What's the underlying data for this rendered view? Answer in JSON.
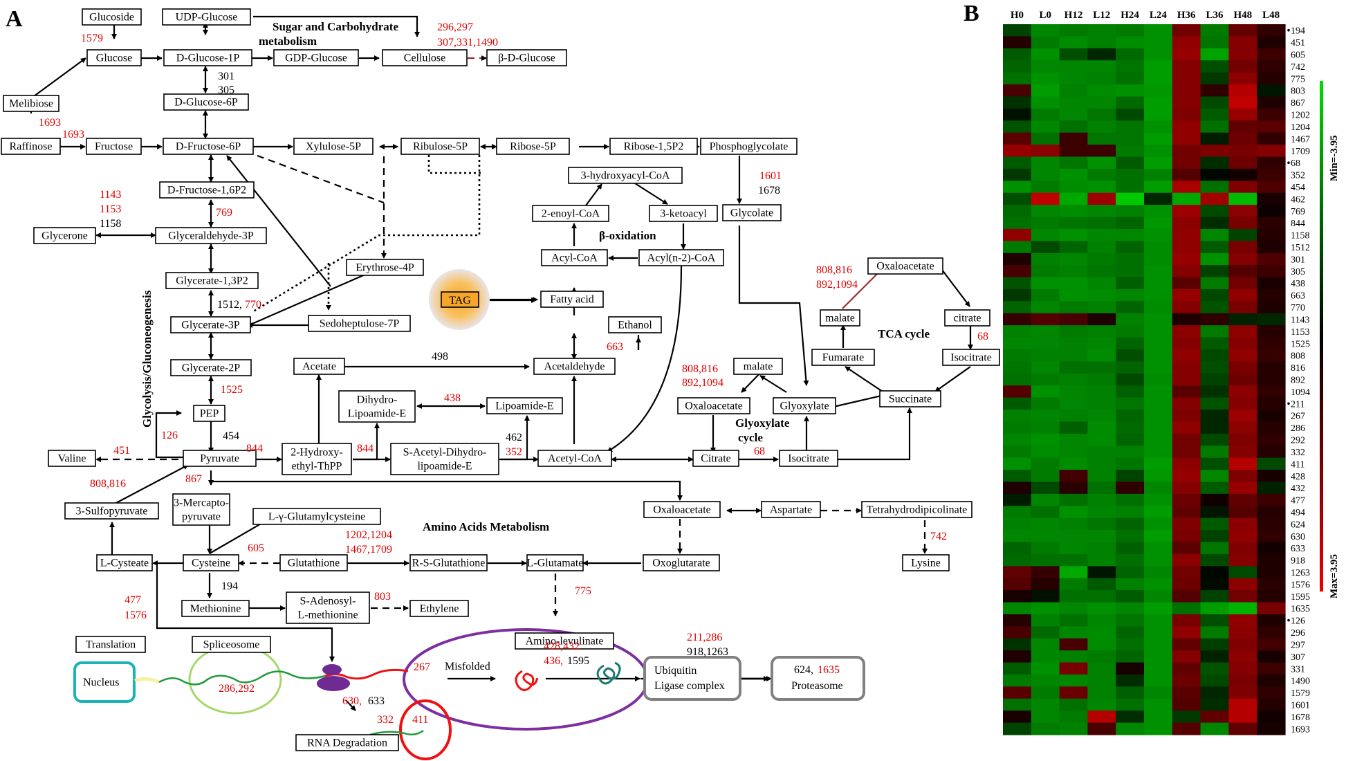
{
  "panels": {
    "a": "A",
    "b": "B"
  },
  "titles": {
    "sugar1": "Sugar and Carbohydrate",
    "sugar2": "metabolism",
    "glyco": "Glycolysis/Gluconeogenesis",
    "beta": "β-oxidation",
    "tca": "TCA cycle",
    "glyox1": "Glyoxylate",
    "glyox2": "cycle",
    "amino": "Amino Acids Metabolism"
  },
  "nodes": {
    "glucoside": "Glucoside",
    "udp": "UDP-Glucose",
    "glucose": "Glucose",
    "dg1p": "D-Glucose-1P",
    "gdp": "GDP-Glucose",
    "cellulose": "Cellulose",
    "bdg": "β-D-Glucose",
    "melibiose": "Melibiose",
    "dg6p": "D-Glucose-6P",
    "raffinose": "Raffinose",
    "fructose": "Fructose",
    "df6p": "D-Fructose-6P",
    "xyl5p": "Xylulose-5P",
    "rib5p": "Ribulose-5P",
    "ribose5p": "Ribose-5P",
    "ribose15": "Ribose-1,5P2",
    "phosphoglycolate": "Phosphoglycolate",
    "df16": "D-Fructose-1,6P2",
    "hydroxyacyl": "3-hydroxyacyl-CoA",
    "enoyl": "2-enoyl-CoA",
    "ketoacyl": "3-ketoacyl",
    "glycolate": "Glycolate",
    "glycerone": "Glycerone",
    "g3p": "Glyceraldehyde-3P",
    "acylcoa": "Acyl-CoA",
    "acyln2": "Acyl(n-2)-CoA",
    "oaa_tca": "Oxaloacetate",
    "ery4p": "Erythrose-4P",
    "g13p": "Glycerate-1,3P2",
    "tag": "TAG",
    "fattyacid": "Fatty acid",
    "malate_tca": "malate",
    "citrate_tca": "citrate",
    "gly3p": "Glycerate-3P",
    "sedo": "Sedoheptulose-7P",
    "ethanol": "Ethanol",
    "fumarate": "Fumarate",
    "isocit_tca": "Isocitrate",
    "acetate": "Acetate",
    "acetald": "Acetaldehyde",
    "malate_gx": "malate",
    "gly2p": "Glycerate-2P",
    "dihydro1": "Dihydro-",
    "dihydro2": "Lipoamide-E",
    "lipoamide": "Lipoamide-E",
    "oaa_gx": "Oxaloacetate",
    "glyoxylate": "Glyoxylate",
    "succinate": "Succinate",
    "pep": "PEP",
    "valine": "Valine",
    "pyruvate": "Pyruvate",
    "hydroxy1": "2-Hydroxy-",
    "hydroxy2": "ethyl-ThPP",
    "sacetyl1": "S-Acetyl-Dihydro-",
    "sacetyl2": "lipoamide-E",
    "acetylcoa": "Acetyl-CoA",
    "citrate_gx": "Citrate",
    "isocit_gx": "Isocitrate",
    "sulfo": "3-Sulfopyruvate",
    "merc1": "3-Mercapto-",
    "merc2": "pyruvate",
    "oaa_aa": "Oxaloacetate",
    "aspartate": "Aspartate",
    "tetra": "Tetrahydrodipicolinate",
    "lgamma": "L-γ-Glutamylcysteine",
    "lcysteate": "L-Cysteate",
    "cysteine": "Cysteine",
    "glutathione": "Glutathione",
    "rsg": "R-S-Glutathione",
    "lglut": "L-Glutamate",
    "oxoglut": "Oxoglutarate",
    "lysine": "Lysine",
    "methionine": "Methionine",
    "sadeno1": "S-Adenosyl-",
    "sadeno2": "L-methionine",
    "ethylene": "Ethylene",
    "aminolev": "Amino-levulinate",
    "translation": "Translation",
    "spliceosome": "Spliceosome",
    "nucleus": "Nucleus",
    "misfolded": "Misfolded",
    "ubiq1": "Ubiquitin",
    "ubiq2": "Ligase complex",
    "proteasome": "Proteasome",
    "rnadeg": "RNA Degradation"
  },
  "labels": {
    "l1579": "1579",
    "l296": "296,297",
    "l307": "307,331,1490",
    "l301": "301",
    "l305": "305",
    "l1693a": "1693",
    "l1693b": "1693",
    "l1143": "1143",
    "l1153": "1153",
    "l1158": "1158",
    "l769": "769",
    "l1601": "1601",
    "l1678": "1678",
    "l808a": "808,816",
    "l892a": "892,1094",
    "l68a": "68",
    "l1512": "1512,",
    "l770": "770",
    "l498": "498",
    "l663": "663",
    "l808b": "808,816",
    "l892b": "892,1094",
    "l1525": "1525",
    "l438": "438",
    "l462": "462",
    "l352": "352",
    "l454": "454",
    "l126": "126",
    "l451": "451",
    "l844a": "844",
    "l844b": "844",
    "l68b": "68",
    "l808c": "808,816",
    "l867": "867",
    "l605": "605",
    "l1202": "1202,1204",
    "l1467": "1467,1709",
    "l742": "742",
    "l194": "194",
    "l803": "803",
    "l775": "775",
    "l477": "477",
    "l1576": "1576",
    "l211": "211,286",
    "l918": "918,1263",
    "l428": "428,432",
    "l436a": "436,",
    "l1595": "1595",
    "l267": "267",
    "l286": "286,292",
    "l630a": "630,",
    "l633": "633",
    "l332": "332",
    "l411": "411",
    "l624": "624,",
    "l1635": "1635"
  },
  "heatmap": {
    "columns": [
      "H0",
      "L0",
      "H12",
      "L12",
      "H24",
      "L24",
      "H36",
      "L36",
      "H48",
      "L48"
    ],
    "rows": [
      "194",
      "451",
      "605",
      "742",
      "775",
      "803",
      "867",
      "1202",
      "1204",
      "1467",
      "1709",
      "68",
      "352",
      "454",
      "462",
      "769",
      "844",
      "1158",
      "1512",
      "301",
      "305",
      "438",
      "663",
      "770",
      "1143",
      "1153",
      "1525",
      "808",
      "816",
      "892",
      "1094",
      "211",
      "267",
      "286",
      "292",
      "332",
      "411",
      "428",
      "432",
      "477",
      "494",
      "624",
      "630",
      "633",
      "918",
      "1263",
      "1576",
      "1595",
      "1635",
      "126",
      "296",
      "297",
      "307",
      "331",
      "1490",
      "1579",
      "1601",
      "1678",
      "1693"
    ],
    "marked_rows": [
      "194",
      "68",
      "211",
      "126"
    ],
    "scale": {
      "min_label": "Min=-3.95",
      "max_label": "Max=3.95",
      "min": -3.95,
      "max": 3.95,
      "min_color": "#00dd00",
      "max_color": "#ee0000",
      "mid_color": "#000000"
    },
    "values": [
      [
        -1.2,
        -2.4,
        -2.2,
        -2.3,
        -2.2,
        -2.6,
        1.9,
        -2.2,
        1.7,
        0.8
      ],
      [
        0.6,
        -2.2,
        -2.5,
        -2.3,
        -2.5,
        -2.6,
        2.4,
        -2.1,
        2.2,
        0.5
      ],
      [
        -1.6,
        -2.6,
        -1.4,
        -0.7,
        -1.9,
        -2.6,
        2.5,
        -2.9,
        2.2,
        1.0
      ],
      [
        -1.8,
        -2.4,
        -2.4,
        -2.4,
        -2.1,
        -2.8,
        2.2,
        -1.4,
        1.9,
        0.8
      ],
      [
        -2.0,
        -2.6,
        -2.4,
        -2.3,
        -2.0,
        -2.8,
        2.2,
        -1.0,
        2.3,
        0.6
      ],
      [
        1.2,
        -2.8,
        -2.3,
        -2.5,
        -2.6,
        -2.7,
        2.2,
        0.8,
        3.0,
        -0.4
      ],
      [
        -0.9,
        -2.6,
        -2.4,
        -2.4,
        -1.9,
        -2.8,
        2.2,
        -1.3,
        3.2,
        0.5
      ],
      [
        -0.3,
        -2.2,
        -2.4,
        -2.1,
        -1.3,
        -2.8,
        2.1,
        -1.6,
        2.5,
        1.0
      ],
      [
        -1.5,
        -2.4,
        -2.0,
        -2.3,
        -2.1,
        -2.6,
        2.4,
        -2.0,
        1.6,
        1.5
      ],
      [
        1.5,
        -2.0,
        1.0,
        -2.1,
        -2.1,
        -2.8,
        2.4,
        -0.5,
        1.8,
        0.8
      ],
      [
        2.5,
        2.3,
        1.0,
        1.0,
        -2.2,
        -2.6,
        1.9,
        2.1,
        2.0,
        2.2
      ],
      [
        -1.6,
        -2.4,
        -2.1,
        -2.6,
        -1.6,
        -2.8,
        1.9,
        -0.8,
        1.8,
        0.8
      ],
      [
        -1.0,
        -2.4,
        -2.6,
        -2.2,
        -2.0,
        -2.3,
        1.4,
        -0.1,
        0.3,
        1.0
      ],
      [
        -2.6,
        -2.2,
        -2.5,
        -2.6,
        -2.0,
        -2.8,
        2.8,
        -2.0,
        2.1,
        1.3
      ],
      [
        -1.4,
        3.2,
        -3.0,
        2.6,
        -3.6,
        -0.7,
        -3.0,
        2.7,
        -3.3,
        0.4
      ],
      [
        -1.9,
        -2.4,
        -2.5,
        -2.4,
        -2.3,
        -2.6,
        2.6,
        -1.3,
        2.3,
        0.2
      ],
      [
        -2.0,
        -2.2,
        -2.1,
        -2.0,
        -1.8,
        -2.7,
        2.3,
        -0.8,
        2.0,
        0.7
      ],
      [
        2.4,
        -2.4,
        -2.6,
        -2.4,
        -2.4,
        -2.6,
        2.4,
        -2.4,
        -1.2,
        0.6
      ],
      [
        -2.2,
        -1.3,
        -1.8,
        -2.3,
        -1.8,
        -2.5,
        2.4,
        -1.6,
        2.0,
        0.5
      ],
      [
        0.5,
        -2.3,
        -2.4,
        -2.2,
        -2.0,
        -2.5,
        2.5,
        -2.6,
        2.2,
        1.3
      ],
      [
        1.2,
        -2.2,
        -2.3,
        -2.1,
        -2.0,
        -2.6,
        2.2,
        -1.2,
        1.4,
        1.0
      ],
      [
        -1.5,
        -2.6,
        -2.6,
        -2.4,
        -1.7,
        -2.6,
        1.5,
        -2.2,
        1.9,
        0.4
      ],
      [
        -1.0,
        -2.2,
        -2.6,
        -2.5,
        -2.4,
        -2.6,
        2.5,
        -1.3,
        2.4,
        0.6
      ],
      [
        -1.8,
        -2.4,
        -2.2,
        -2.3,
        -1.8,
        -2.5,
        2.2,
        -1.5,
        2.0,
        0.5
      ],
      [
        0.9,
        1.4,
        1.2,
        0.5,
        -2.3,
        -2.6,
        0.5,
        0.8,
        -0.6,
        -0.7
      ],
      [
        -2.3,
        -2.4,
        -2.2,
        -2.3,
        -2.2,
        -2.6,
        2.3,
        -2.2,
        2.3,
        0.6
      ],
      [
        -2.4,
        -2.4,
        -2.3,
        -2.4,
        -1.8,
        -2.6,
        2.2,
        -1.6,
        2.2,
        0.8
      ],
      [
        -2.2,
        -2.3,
        -2.3,
        -2.5,
        -1.4,
        -2.6,
        2.4,
        -1.3,
        2.4,
        0.9
      ],
      [
        -2.1,
        -2.4,
        -2.0,
        -2.0,
        -1.8,
        -2.6,
        2.2,
        -1.4,
        2.0,
        0.6
      ],
      [
        -2.0,
        -2.2,
        -2.3,
        -2.2,
        -1.3,
        -2.5,
        2.2,
        -1.2,
        1.8,
        0.6
      ],
      [
        1.4,
        -2.6,
        -2.4,
        -2.3,
        -1.7,
        -2.6,
        1.5,
        -0.9,
        2.3,
        0.8
      ],
      [
        -1.6,
        -2.2,
        -2.4,
        -2.3,
        -2.1,
        -2.6,
        2.2,
        -1.5,
        2.2,
        0.6
      ],
      [
        -2.3,
        -2.4,
        -2.3,
        -2.4,
        -1.8,
        -2.6,
        2.1,
        -0.7,
        2.6,
        0.4
      ],
      [
        -2.2,
        -2.3,
        -1.7,
        -2.5,
        -1.9,
        -2.6,
        2.4,
        -0.7,
        2.3,
        0.6
      ],
      [
        -2.4,
        -2.6,
        -2.4,
        -2.5,
        -1.8,
        -2.6,
        1.9,
        -1.3,
        2.1,
        0.8
      ],
      [
        -2.2,
        -2.5,
        -2.4,
        -2.3,
        -2.3,
        -2.6,
        1.9,
        -2.2,
        2.2,
        0.6
      ],
      [
        -2.6,
        -2.2,
        -2.5,
        -2.3,
        -2.1,
        -2.8,
        2.3,
        -1.4,
        3.0,
        -1.3
      ],
      [
        -1.6,
        -2.2,
        1.1,
        -2.3,
        -1.2,
        -2.7,
        2.5,
        -2.4,
        2.1,
        0.4
      ],
      [
        0.5,
        -1.3,
        0.7,
        -2.0,
        0.8,
        -2.4,
        2.2,
        -1.6,
        2.5,
        -0.6
      ],
      [
        -0.5,
        -2.4,
        -2.0,
        -2.3,
        -2.0,
        -2.6,
        1.8,
        0.3,
        1.6,
        1.0
      ],
      [
        -2.2,
        -2.0,
        -2.6,
        -2.4,
        -2.3,
        -2.8,
        1.6,
        -0.4,
        1.4,
        0.6
      ],
      [
        -2.3,
        -2.4,
        -2.3,
        -2.1,
        -1.8,
        -2.6,
        2.1,
        -1.6,
        2.3,
        0.7
      ],
      [
        -2.4,
        -2.4,
        -2.4,
        -2.4,
        -2.0,
        -2.8,
        2.0,
        -1.2,
        2.4,
        0.8
      ],
      [
        -1.8,
        -2.2,
        -2.4,
        -2.3,
        -1.7,
        -2.6,
        1.5,
        -2.1,
        2.1,
        0.3
      ],
      [
        -1.9,
        -2.0,
        -2.0,
        -2.3,
        -2.0,
        -2.6,
        2.3,
        -1.3,
        2.2,
        0.5
      ],
      [
        1.6,
        0.9,
        -3.0,
        -0.4,
        -1.8,
        -2.4,
        1.9,
        -0.1,
        -1.3,
        0.5
      ],
      [
        1.4,
        0.6,
        -2.2,
        -1.6,
        -2.3,
        -2.6,
        1.8,
        -0.2,
        2.3,
        0.7
      ],
      [
        0.4,
        -0.3,
        -2.0,
        -2.0,
        -1.6,
        -2.4,
        1.4,
        -1.2,
        1.9,
        0.6
      ],
      [
        -2.4,
        -2.6,
        -2.4,
        -2.6,
        -2.4,
        -2.8,
        -2.0,
        -2.8,
        -3.2,
        2.0
      ],
      [
        0.6,
        -2.3,
        -2.0,
        -2.4,
        -2.1,
        -2.6,
        2.0,
        -1.4,
        2.4,
        0.5
      ],
      [
        1.2,
        -1.9,
        -2.4,
        -2.5,
        -1.8,
        -2.6,
        2.4,
        -2.2,
        2.3,
        0.8
      ],
      [
        -0.9,
        -2.4,
        1.2,
        -2.5,
        -2.0,
        -2.6,
        1.6,
        -1.1,
        2.1,
        1.1
      ],
      [
        0.5,
        -2.4,
        -2.3,
        -2.2,
        -1.8,
        -2.6,
        2.2,
        -0.6,
        2.3,
        0.4
      ],
      [
        -1.6,
        -2.6,
        2.0,
        -2.3,
        0.4,
        -2.6,
        1.6,
        -1.5,
        2.2,
        1.0
      ],
      [
        -2.2,
        -2.4,
        -2.4,
        -2.3,
        -0.8,
        -2.6,
        1.8,
        -1.3,
        2.0,
        0.5
      ],
      [
        1.5,
        -2.2,
        1.8,
        -2.3,
        -1.7,
        -2.4,
        1.5,
        -0.7,
        2.1,
        0.8
      ],
      [
        -2.0,
        -2.4,
        -2.0,
        -2.4,
        -2.0,
        -2.6,
        1.4,
        -0.8,
        3.0,
        0.6
      ],
      [
        0.4,
        -2.4,
        -2.2,
        3.0,
        -0.8,
        -2.6,
        -1.0,
        1.6,
        3.0,
        0.3
      ],
      [
        -1.2,
        -2.2,
        -2.3,
        1.2,
        -2.4,
        -2.6,
        1.4,
        -2.4,
        1.6,
        0.4
      ]
    ]
  }
}
